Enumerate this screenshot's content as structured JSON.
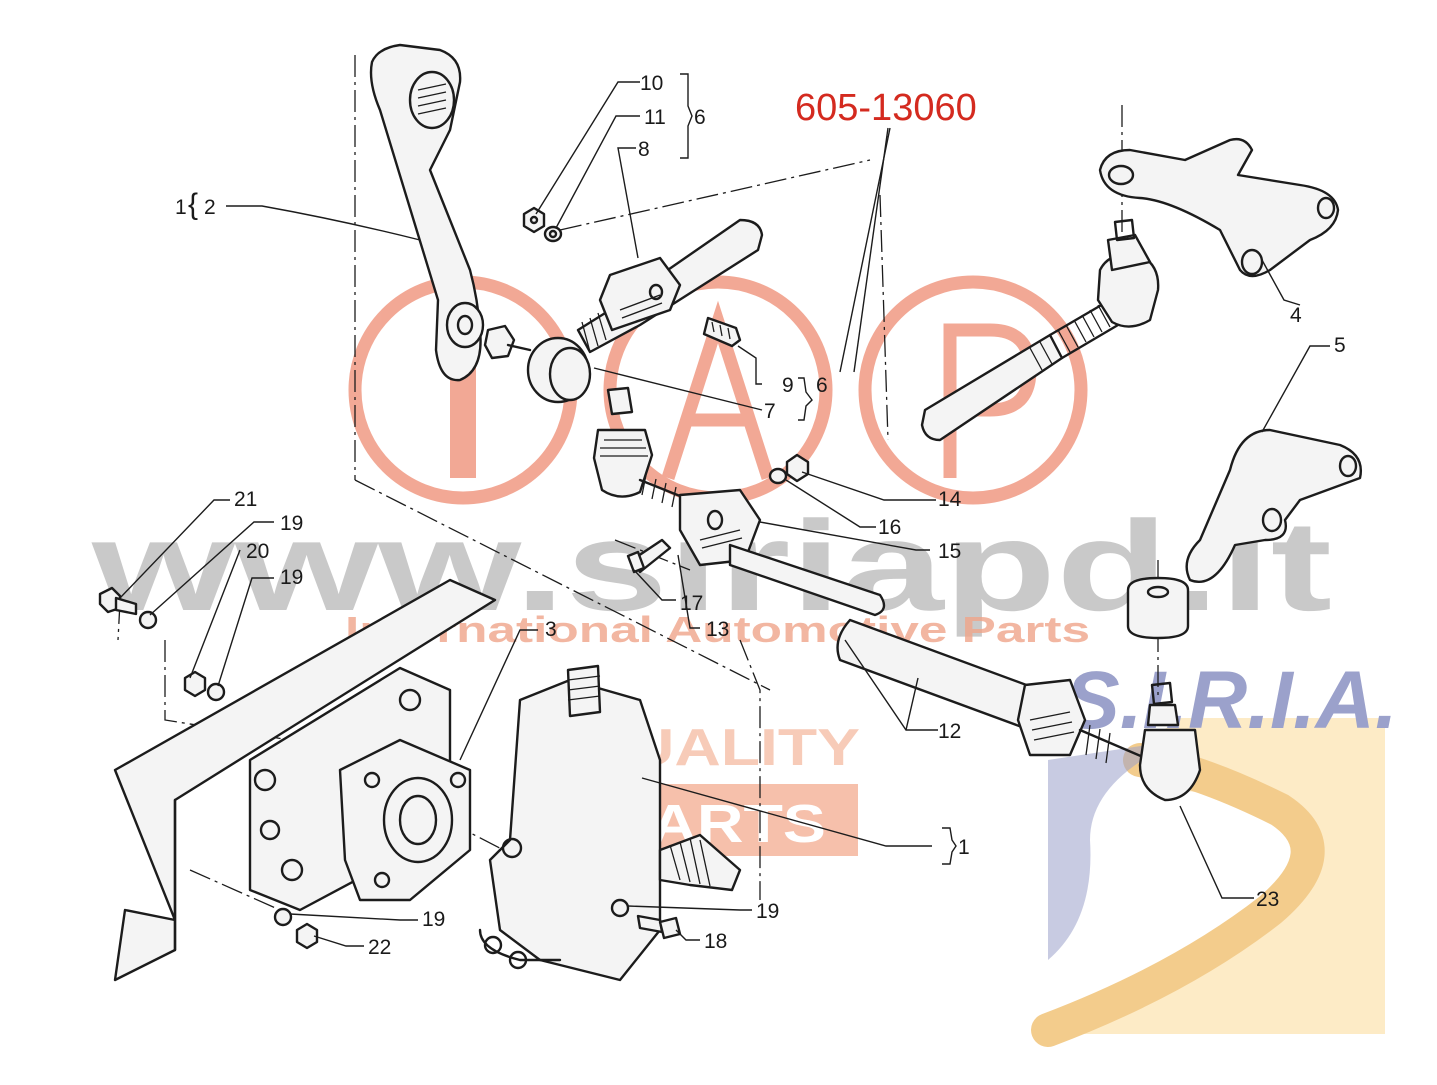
{
  "part_code": "605-13060",
  "watermark": {
    "logo_letters": "IAP",
    "website": "www.siriapd.it",
    "tagline": "International Automotive Parts",
    "badge_line1": "QUALITY",
    "badge_line2": "PARTS",
    "brand": "S.I.R.I.A."
  },
  "colors": {
    "part_code": "#d42a1f",
    "watermark_red": "#e8623f",
    "watermark_gray": "#b5b5b5",
    "siria_blue": "#8a91c2",
    "siria_swoosh": "#f1c479",
    "line_art": "#1c1c1c"
  },
  "callouts": {
    "c10": "10",
    "c11": "11",
    "c6a": "6",
    "c8": "8",
    "c1a": "1",
    "c2": "2",
    "c9": "9",
    "c6b": "6",
    "c7": "7",
    "c4": "4",
    "c5": "5",
    "c14": "14",
    "c16": "16",
    "c15": "15",
    "c21": "21",
    "c19a": "19",
    "c20": "20",
    "c19b": "19",
    "c17": "17",
    "c13": "13",
    "c3": "3",
    "c12": "12",
    "c1b": "1",
    "c23": "23",
    "c19c": "19",
    "c19d": "19",
    "c22": "22",
    "c18": "18"
  }
}
